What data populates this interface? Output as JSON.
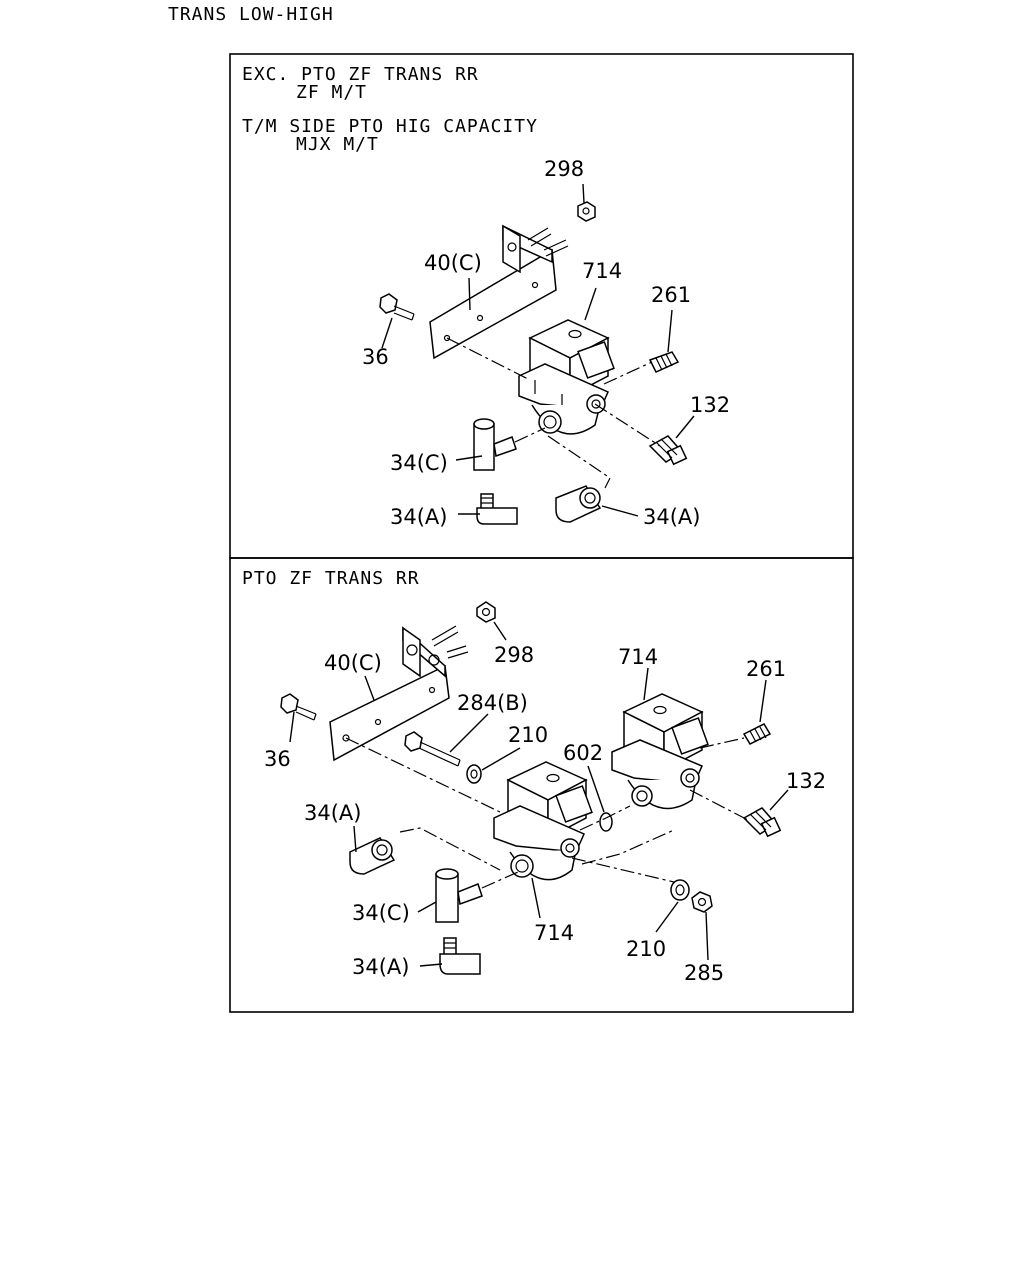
{
  "page_title": "TRANS LOW-HIGH",
  "panel_top": {
    "header_line1": "EXC. PTO ZF TRANS RR",
    "header_line2": "ZF M/T",
    "header_line3": "T/M SIDE PTO HIG CAPACITY",
    "header_line4": "MJX M/T",
    "labels": {
      "p298": "298",
      "p40c": "40(C)",
      "p714": "714",
      "p261": "261",
      "p36": "36",
      "p132": "132",
      "p34c": "34(C)",
      "p34a_left": "34(A)",
      "p34a_right": "34(A)"
    }
  },
  "panel_bottom": {
    "header_line1": "PTO ZF TRANS RR",
    "labels": {
      "p298": "298",
      "p40c": "40(C)",
      "p714_top": "714",
      "p261": "261",
      "p284b": "284(B)",
      "p210_top": "210",
      "p602": "602",
      "p36": "36",
      "p132": "132",
      "p34a_top": "34(A)",
      "p34c": "34(C)",
      "p714_bottom": "714",
      "p210_bottom": "210",
      "p285": "285",
      "p34a_bottom": "34(A)"
    }
  }
}
